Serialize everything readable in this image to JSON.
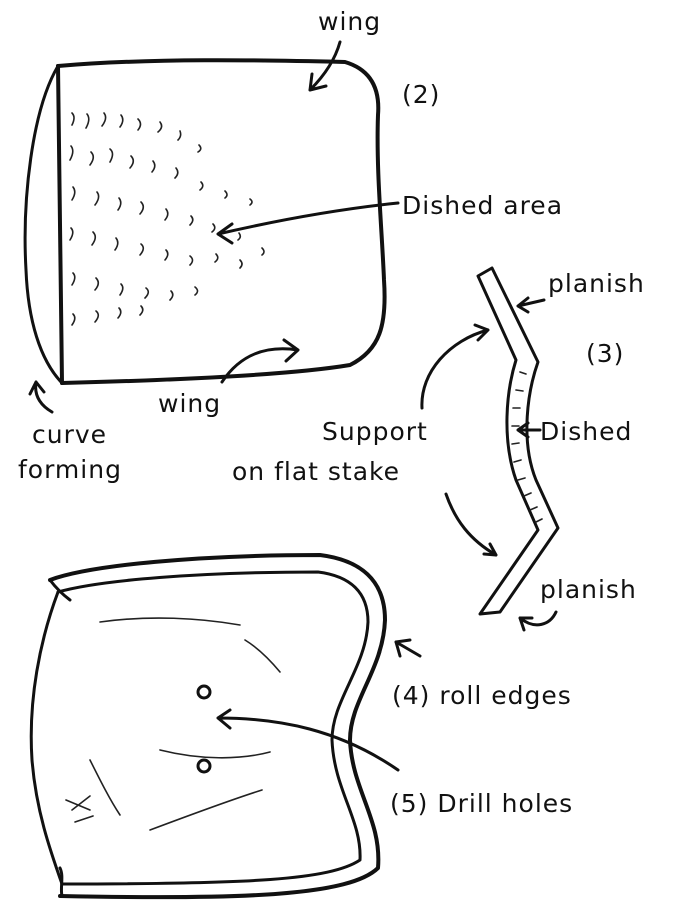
{
  "labels": {
    "wing_top": "wing",
    "step2": "(2)",
    "dished_area": "Dished area",
    "planish_top": "planish",
    "step3": "(3)",
    "wing_bottom": "wing",
    "curve": "curve",
    "forming": "forming",
    "support": "Support",
    "on_flat_stake": "on flat stake",
    "dished": "Dished",
    "planish_bottom": "planish",
    "step4": "(4) roll edges",
    "step5": "(5) Drill holes"
  },
  "colors": {
    "ink": "#111111",
    "paper": "#ffffff"
  }
}
